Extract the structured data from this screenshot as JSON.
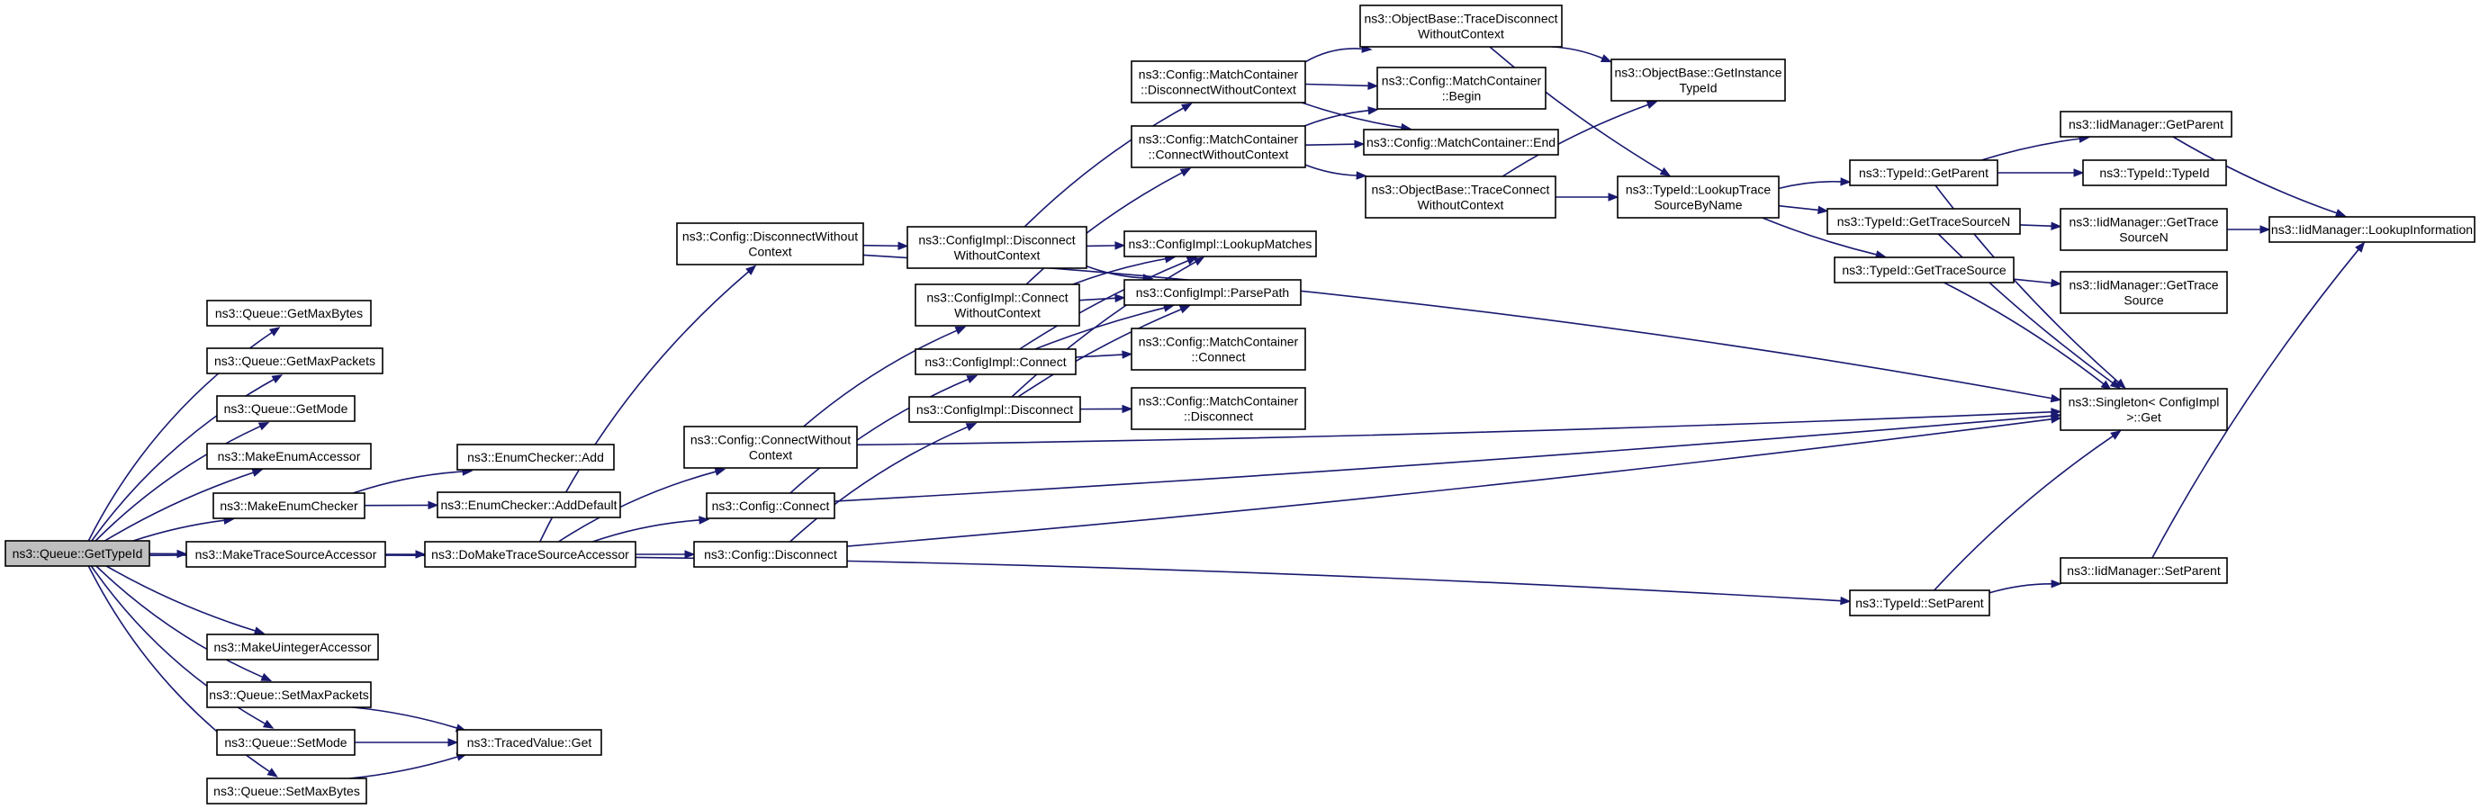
{
  "diagram": {
    "colors": {
      "edge": "#191970",
      "root_fill": "#bfbfbf",
      "node_fill": "#ffffff",
      "node_border": "#000000"
    },
    "nodes": {
      "n_gettypeid": "ns3::Queue::GetTypeId",
      "n_getmaxbytes": "ns3::Queue::GetMaxBytes",
      "n_getmaxpackets": "ns3::Queue::GetMaxPackets",
      "n_getmode": "ns3::Queue::GetMode",
      "n_makeenumaccessor": "ns3::MakeEnumAccessor",
      "n_makeenumchecker": "ns3::MakeEnumChecker",
      "n_maketracesourceaccessor": "ns3::MakeTraceSourceAccessor",
      "n_makeuintegeraccessor": "ns3::MakeUintegerAccessor",
      "n_setmaxpackets": "ns3::Queue::SetMaxPackets",
      "n_setmode": "ns3::Queue::SetMode",
      "n_setmaxbytes": "ns3::Queue::SetMaxBytes",
      "n_enumchecker_add": "ns3::EnumChecker::Add",
      "n_enumchecker_adddefault": "ns3::EnumChecker::AddDefault",
      "n_domaketsa": "ns3::DoMakeTraceSourceAccessor",
      "n_tracedvalue_get": "ns3::TracedValue::Get",
      "n_cfg_disconnectwithout": [
        "ns3::Config::DisconnectWithout",
        "Context"
      ],
      "n_cfg_connectwithout": [
        "ns3::Config::ConnectWithout",
        "Context"
      ],
      "n_cfg_connect": "ns3::Config::Connect",
      "n_cfg_disconnect": "ns3::Config::Disconnect",
      "n_ci_disconnectwithout": [
        "ns3::ConfigImpl::Disconnect",
        "WithoutContext"
      ],
      "n_ci_connectwithout": [
        "ns3::ConfigImpl::Connect",
        "WithoutContext"
      ],
      "n_ci_connect": "ns3::ConfigImpl::Connect",
      "n_ci_disconnect": "ns3::ConfigImpl::Disconnect",
      "n_mc_disconnectwithout": [
        "ns3::Config::MatchContainer",
        "::DisconnectWithoutContext"
      ],
      "n_mc_connectwithout": [
        "ns3::Config::MatchContainer",
        "::ConnectWithoutContext"
      ],
      "n_ci_lookupmatches": "ns3::ConfigImpl::LookupMatches",
      "n_ci_parsepath": "ns3::ConfigImpl::ParsePath",
      "n_mc_connect": [
        "ns3::Config::MatchContainer",
        "::Connect"
      ],
      "n_mc_disconnect": [
        "ns3::Config::MatchContainer",
        "::Disconnect"
      ],
      "n_ob_tracedisconnect": [
        "ns3::ObjectBase::TraceDisconnect",
        "WithoutContext"
      ],
      "n_mc_begin": [
        "ns3::Config::MatchContainer",
        "::Begin"
      ],
      "n_mc_end": "ns3::Config::MatchContainer::End",
      "n_ob_traceconnect": [
        "ns3::ObjectBase::TraceConnect",
        "WithoutContext"
      ],
      "n_ob_getinstancetypeid": [
        "ns3::ObjectBase::GetInstance",
        "TypeId"
      ],
      "n_tid_lookuptrace": [
        "ns3::TypeId::LookupTrace",
        "SourceByName"
      ],
      "n_tid_getparent": "ns3::TypeId::GetParent",
      "n_tid_gettracesourcen": "ns3::TypeId::GetTraceSourceN",
      "n_tid_gettracesource": "ns3::TypeId::GetTraceSource",
      "n_tid_setparent": "ns3::TypeId::SetParent",
      "n_iid_getparent": "ns3::IidManager::GetParent",
      "n_tid_typeid": "ns3::TypeId::TypeId",
      "n_iid_gettracesourcen": [
        "ns3::IidManager::GetTrace",
        "SourceN"
      ],
      "n_iid_gettracesource": [
        "ns3::IidManager::GetTrace",
        "Source"
      ],
      "n_singleton_get": [
        "ns3::Singleton< ConfigImpl",
        " >::Get"
      ],
      "n_iid_setparent": "ns3::IidManager::SetParent",
      "n_iid_lookupinfo": "ns3::IidManager::LookupInformation"
    }
  }
}
